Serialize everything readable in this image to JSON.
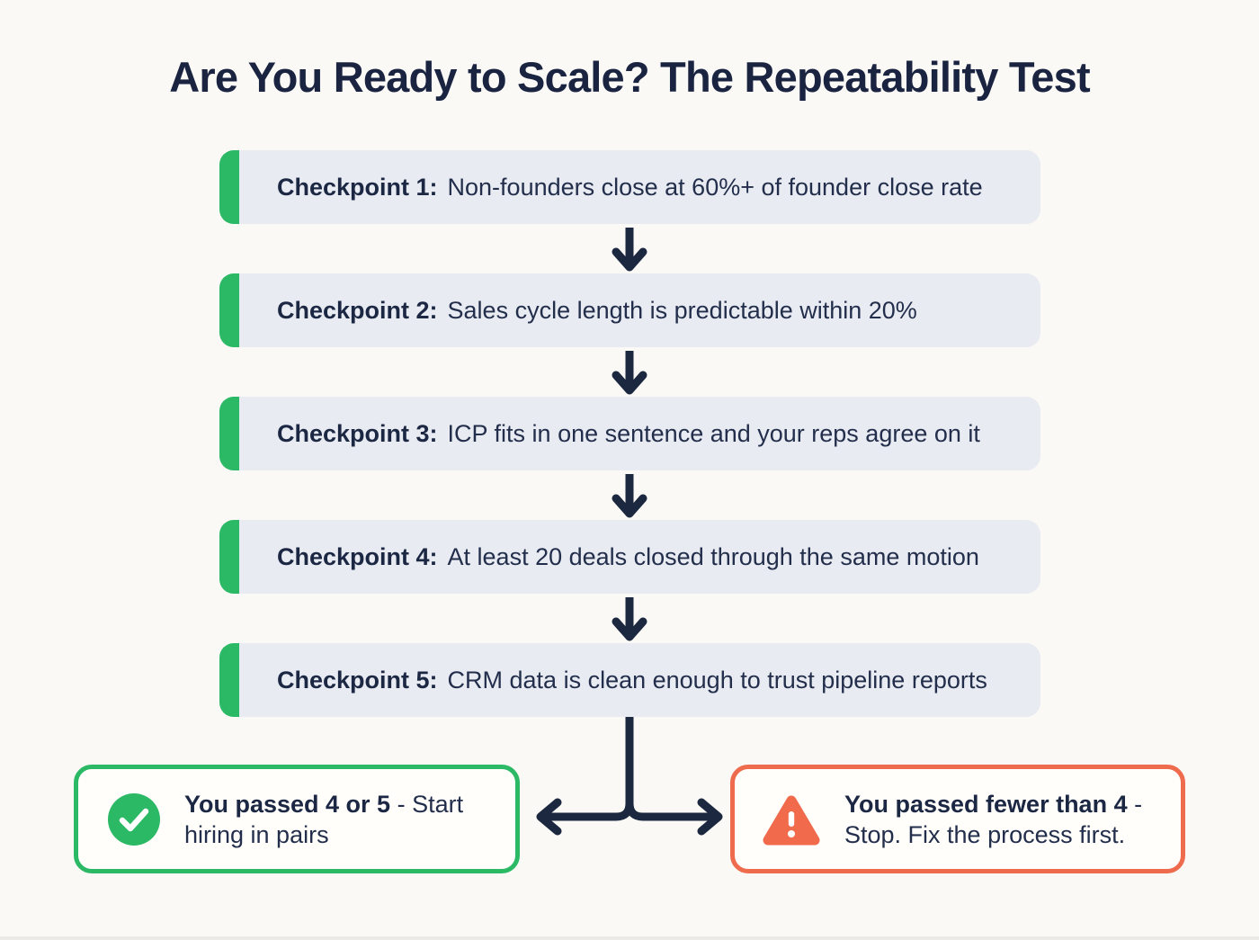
{
  "title": "Are You Ready to Scale? The Repeatability Test",
  "colors": {
    "background": "#FAF9F6",
    "title_text": "#1A2441",
    "checkpoint_box_bg": "#E8EBF1",
    "checkpoint_accent_green": "#2CB966",
    "body_text_navy": "#222E4B",
    "arrow_navy": "#1C2840",
    "success_border_green": "#2CB966",
    "warning_border_orange": "#EE6B4D",
    "warning_triangle_orange": "#F06A4B",
    "card_bg": "#FFFEFB"
  },
  "checkpoints": [
    {
      "label": "Checkpoint 1:",
      "text": "Non-founders close at 60%+ of founder close rate"
    },
    {
      "label": "Checkpoint 2:",
      "text": "Sales cycle length is predictable within 20%"
    },
    {
      "label": "Checkpoint 3:",
      "text": "ICP fits in one sentence and your reps agree on it"
    },
    {
      "label": "Checkpoint 4:",
      "text": "At least 20 deals closed through the same motion"
    },
    {
      "label": "Checkpoint 5:",
      "text": "CRM data is clean enough to trust pipeline reports"
    }
  ],
  "outcomes": {
    "success": {
      "icon": "check-circle-icon",
      "bold": "You passed 4 or 5",
      "rest": " - Start hiring in pairs"
    },
    "warning": {
      "icon": "warning-triangle-icon",
      "bold": "You passed fewer than 4",
      "rest": " - Stop. Fix the process first."
    }
  }
}
